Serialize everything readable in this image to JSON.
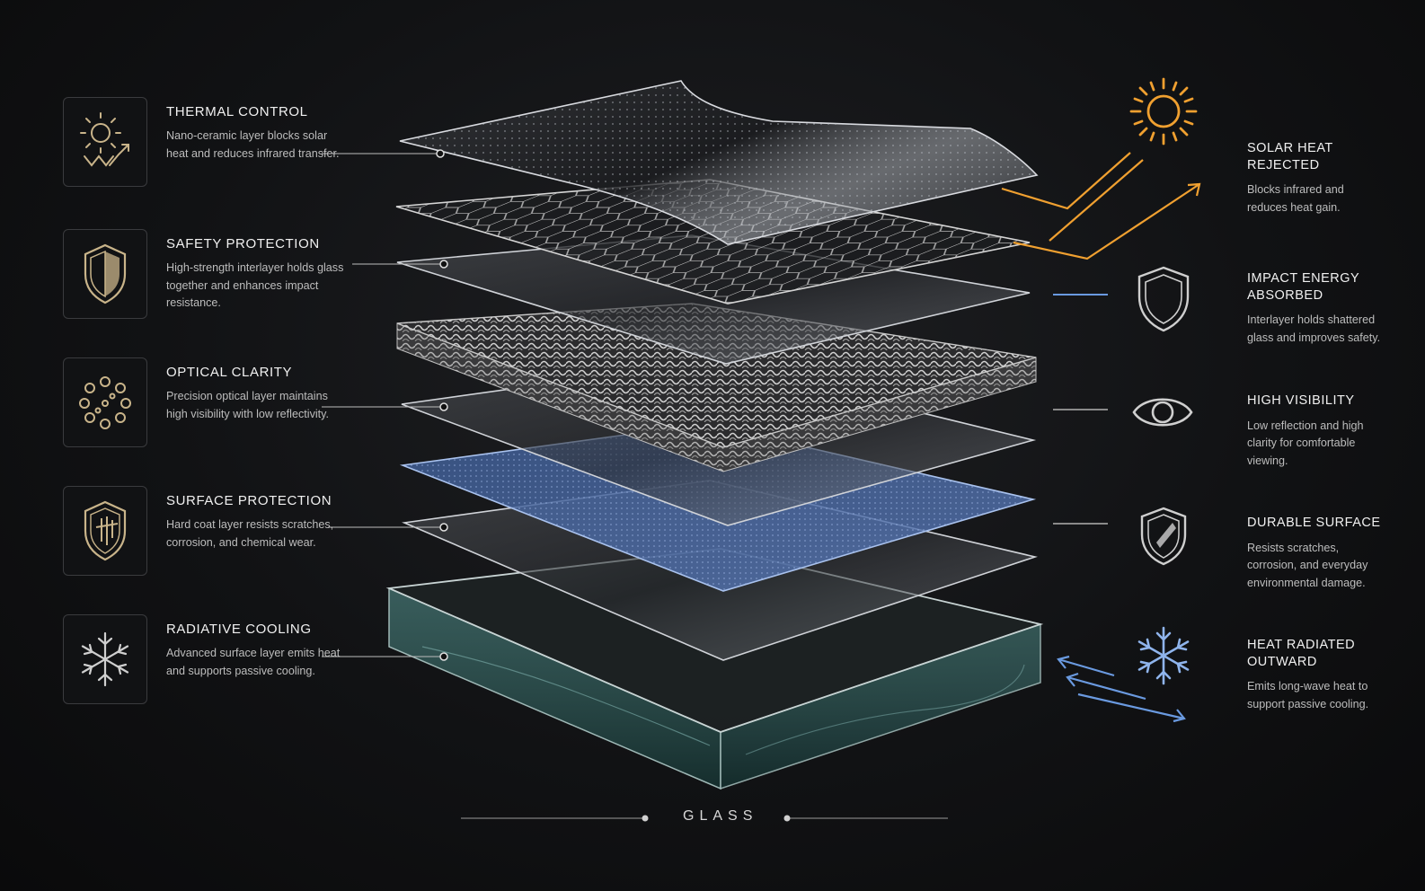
{
  "features": [
    {
      "title": "THERMAL CONTROL",
      "desc": "Nano-ceramic layer blocks solar heat and reduces infrared transfer.",
      "icon": "sun-heat-icon"
    },
    {
      "title": "SAFETY PROTECTION",
      "desc": "High-strength interlayer holds glass together and enhances impact resistance.",
      "icon": "shield-icon"
    },
    {
      "title": "OPTICAL CLARITY",
      "desc": "Precision optical layer maintains high visibility with low reflectivity.",
      "icon": "dots-ring-icon"
    },
    {
      "title": "SURFACE PROTECTION",
      "desc": "Hard coat layer resists scratches, corrosion, and chemical wear.",
      "icon": "shield-lines-icon"
    },
    {
      "title": "RADIATIVE COOLING",
      "desc": "Advanced surface layer emits heat and supports passive cooling.",
      "icon": "snowflake-icon"
    }
  ],
  "benefits": [
    {
      "title": "SOLAR HEAT REJECTED",
      "desc": "Blocks infrared and reduces heat gain.",
      "icon": "sun-icon"
    },
    {
      "title": "IMPACT ENERGY ABSORBED",
      "desc": "Interlayer holds shattered glass and improves safety.",
      "icon": "shield-outline-icon"
    },
    {
      "title": "HIGH VISIBILITY",
      "desc": "Low reflection and high clarity for comfortable viewing.",
      "icon": "eye-icon"
    },
    {
      "title": "DURABLE SURFACE",
      "desc": "Resists scratches, corrosion, and everyday environmental damage.",
      "icon": "shield-slash-icon"
    },
    {
      "title": "HEAT RADIATED OUTWARD",
      "desc": "Emits long-wave heat to support passive cooling.",
      "icon": "snowflake-icon"
    }
  ],
  "base_label": "GLASS",
  "colors": {
    "accent_orange": "#f0a030",
    "accent_blue": "#6a9ae0",
    "gold": "#c9b48a",
    "panel_line": "#9aa0a8"
  }
}
